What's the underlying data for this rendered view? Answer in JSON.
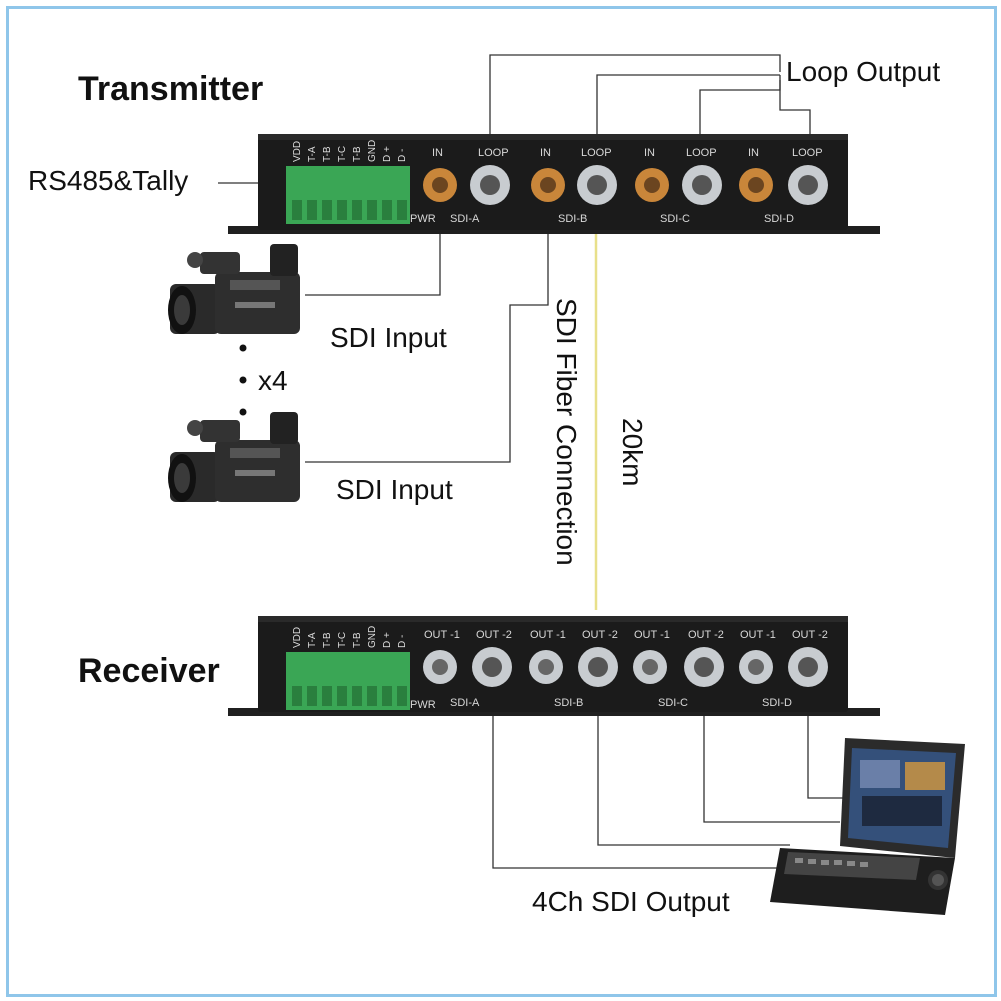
{
  "title_tx": "Transmitter",
  "title_rx": "Receiver",
  "labels": {
    "loop_output": "Loop Output",
    "rs485": "RS485&Tally",
    "sdi_input_1": "SDI Input",
    "sdi_input_2": "SDI Input",
    "multiplier": "x4",
    "fiber": "SDI Fiber Connection",
    "distance": "20km",
    "output": "4Ch SDI Output"
  },
  "tx_panel": {
    "pins": [
      "VDD",
      "T-A",
      "T-B",
      "T-C",
      "T-B",
      "GND",
      "D +",
      "D -"
    ],
    "ports": [
      "IN",
      "LOOP",
      "IN",
      "LOOP",
      "IN",
      "LOOP",
      "IN",
      "LOOP"
    ],
    "channels": [
      "SDI-A",
      "SDI-B",
      "SDI-C",
      "SDI-D"
    ],
    "pwr": "PWR"
  },
  "rx_panel": {
    "pins": [
      "VDD",
      "T-A",
      "T-B",
      "T-C",
      "T-B",
      "GND",
      "D +",
      "D -"
    ],
    "ports": [
      "OUT -1",
      "OUT -2",
      "OUT -1",
      "OUT -2",
      "OUT -1",
      "OUT -2",
      "OUT -1",
      "OUT -2"
    ],
    "channels": [
      "SDI-A",
      "SDI-B",
      "SDI-C",
      "SDI-D"
    ],
    "pwr": "PWR"
  },
  "colors": {
    "frame": "#8fc6ea",
    "chassis": "#1b1b1b",
    "terminal": "#3aa655",
    "gold": "#c9863a",
    "silver": "#c8ccd0",
    "fiber": "#e8e08a"
  }
}
